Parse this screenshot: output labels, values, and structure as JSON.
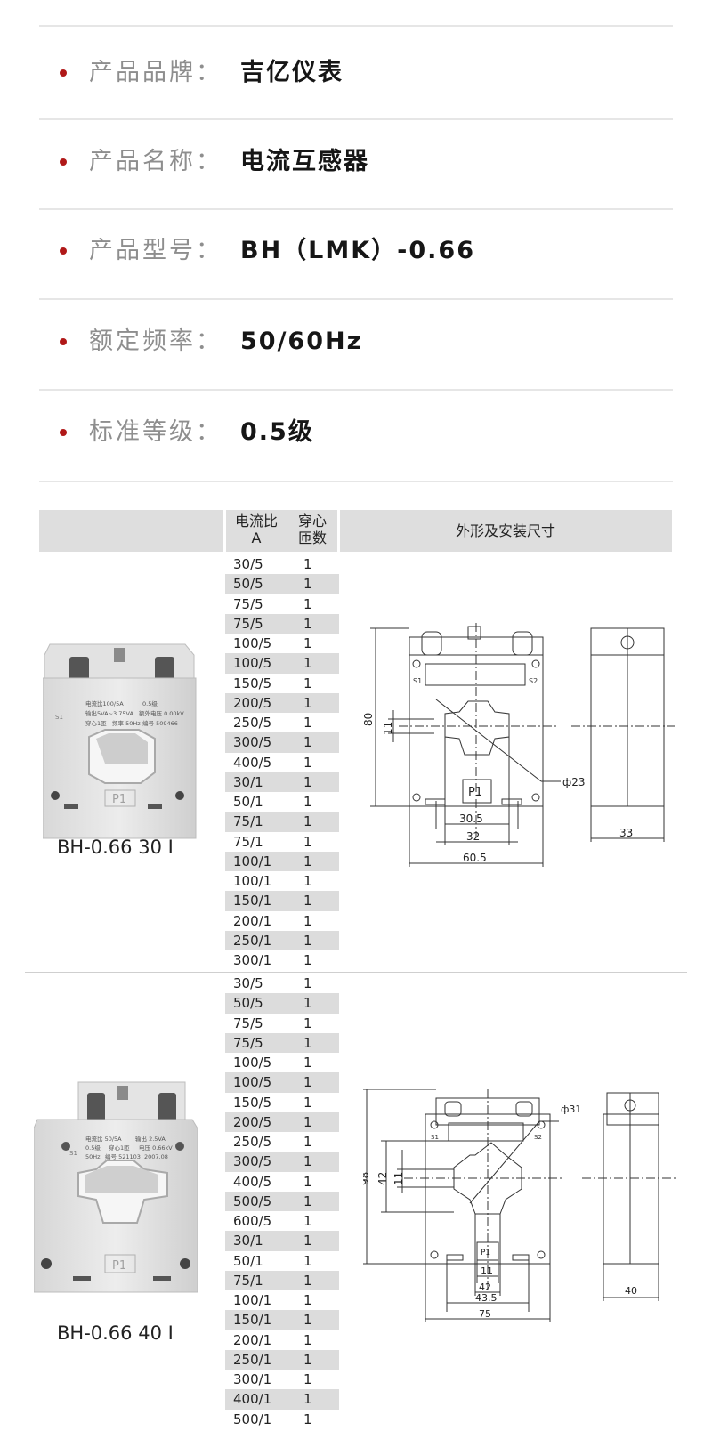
{
  "specs": [
    {
      "label": "产品品牌：",
      "value": "吉亿仪表"
    },
    {
      "label": "产品名称：",
      "value": "电流互感器"
    },
    {
      "label": "产品型号：",
      "value": "BH（LMK）-0.66"
    },
    {
      "label": "额定频率：",
      "value": "50/60Hz"
    },
    {
      "label": "标准等级：",
      "value": "0.5级"
    }
  ],
  "table": {
    "header": {
      "ratio_line1": "电流比",
      "ratio_line2": "A",
      "turns_line1": "穿心",
      "turns_line2": "匝数",
      "dimensions": "外形及安装尺寸"
    },
    "groups": [
      {
        "model": "BH-0.66 30 I",
        "rows": [
          [
            "30/5",
            "1"
          ],
          [
            "50/5",
            "1"
          ],
          [
            "75/5",
            "1"
          ],
          [
            "75/5",
            "1"
          ],
          [
            "100/5",
            "1"
          ],
          [
            "100/5",
            "1"
          ],
          [
            "150/5",
            "1"
          ],
          [
            "200/5",
            "1"
          ],
          [
            "250/5",
            "1"
          ],
          [
            "300/5",
            "1"
          ],
          [
            "400/5",
            "1"
          ],
          [
            "30/1",
            "1"
          ],
          [
            "50/1",
            "1"
          ],
          [
            "75/1",
            "1"
          ],
          [
            "75/1",
            "1"
          ],
          [
            "100/1",
            "1"
          ],
          [
            "100/1",
            "1"
          ],
          [
            "150/1",
            "1"
          ],
          [
            "200/1",
            "1"
          ],
          [
            "250/1",
            "1"
          ],
          [
            "300/1",
            "1"
          ]
        ],
        "nameplate": {
          "l1a": "电流比100/5A",
          "l1b": "0.5级",
          "l2a": "输出5VA~3.75VA",
          "l2b": "额外电压 0.00kV",
          "l3a": "穿心1匝",
          "l3b": "频率 50Hz",
          "l3c": "编号 509466",
          "s1": "S1",
          "p1": "P1"
        },
        "dims": {
          "height": "80",
          "window": "11",
          "d1": "30.5",
          "d2": "32",
          "d3": "60.5",
          "depth": "33",
          "hole": "ф23",
          "p1": "P1",
          "s1": "S1",
          "s2": "S2"
        }
      },
      {
        "model": "BH-0.66 40 I",
        "rows": [
          [
            "30/5",
            "1"
          ],
          [
            "50/5",
            "1"
          ],
          [
            "75/5",
            "1"
          ],
          [
            "75/5",
            "1"
          ],
          [
            "100/5",
            "1"
          ],
          [
            "100/5",
            "1"
          ],
          [
            "150/5",
            "1"
          ],
          [
            "200/5",
            "1"
          ],
          [
            "250/5",
            "1"
          ],
          [
            "300/5",
            "1"
          ],
          [
            "400/5",
            "1"
          ],
          [
            "500/5",
            "1"
          ],
          [
            "600/5",
            "1"
          ],
          [
            "30/1",
            "1"
          ],
          [
            "50/1",
            "1"
          ],
          [
            "75/1",
            "1"
          ],
          [
            "100/1",
            "1"
          ],
          [
            "150/1",
            "1"
          ],
          [
            "200/1",
            "1"
          ],
          [
            "250/1",
            "1"
          ],
          [
            "300/1",
            "1"
          ],
          [
            "400/1",
            "1"
          ],
          [
            "500/1",
            "1"
          ]
        ],
        "nameplate": {
          "l1a": "电流比 50/5A",
          "l1b": "输出 2.5VA",
          "l2a": "0.5级",
          "l2b": "穿心1匝",
          "l2c": "电压 0.66kV",
          "l3a": "50Hz",
          "l3b": "编号 521103",
          "l3c": "2007.08",
          "s1": "S1",
          "p1": "P1"
        },
        "dims": {
          "height": "98",
          "h2": "42",
          "window": "11",
          "d1": "11",
          "d2": "42",
          "d3": "43.5",
          "d4": "75",
          "depth": "40",
          "hole": "ф31",
          "p1": "P1",
          "s1": "S1",
          "s2": "S2"
        }
      }
    ]
  },
  "colors": {
    "bullet": "#b01818",
    "label": "#8e8e8e",
    "value": "#161616",
    "divider": "#e6e6e6",
    "header_bg": "#dedede",
    "row_shade": "#dcdcdc"
  }
}
